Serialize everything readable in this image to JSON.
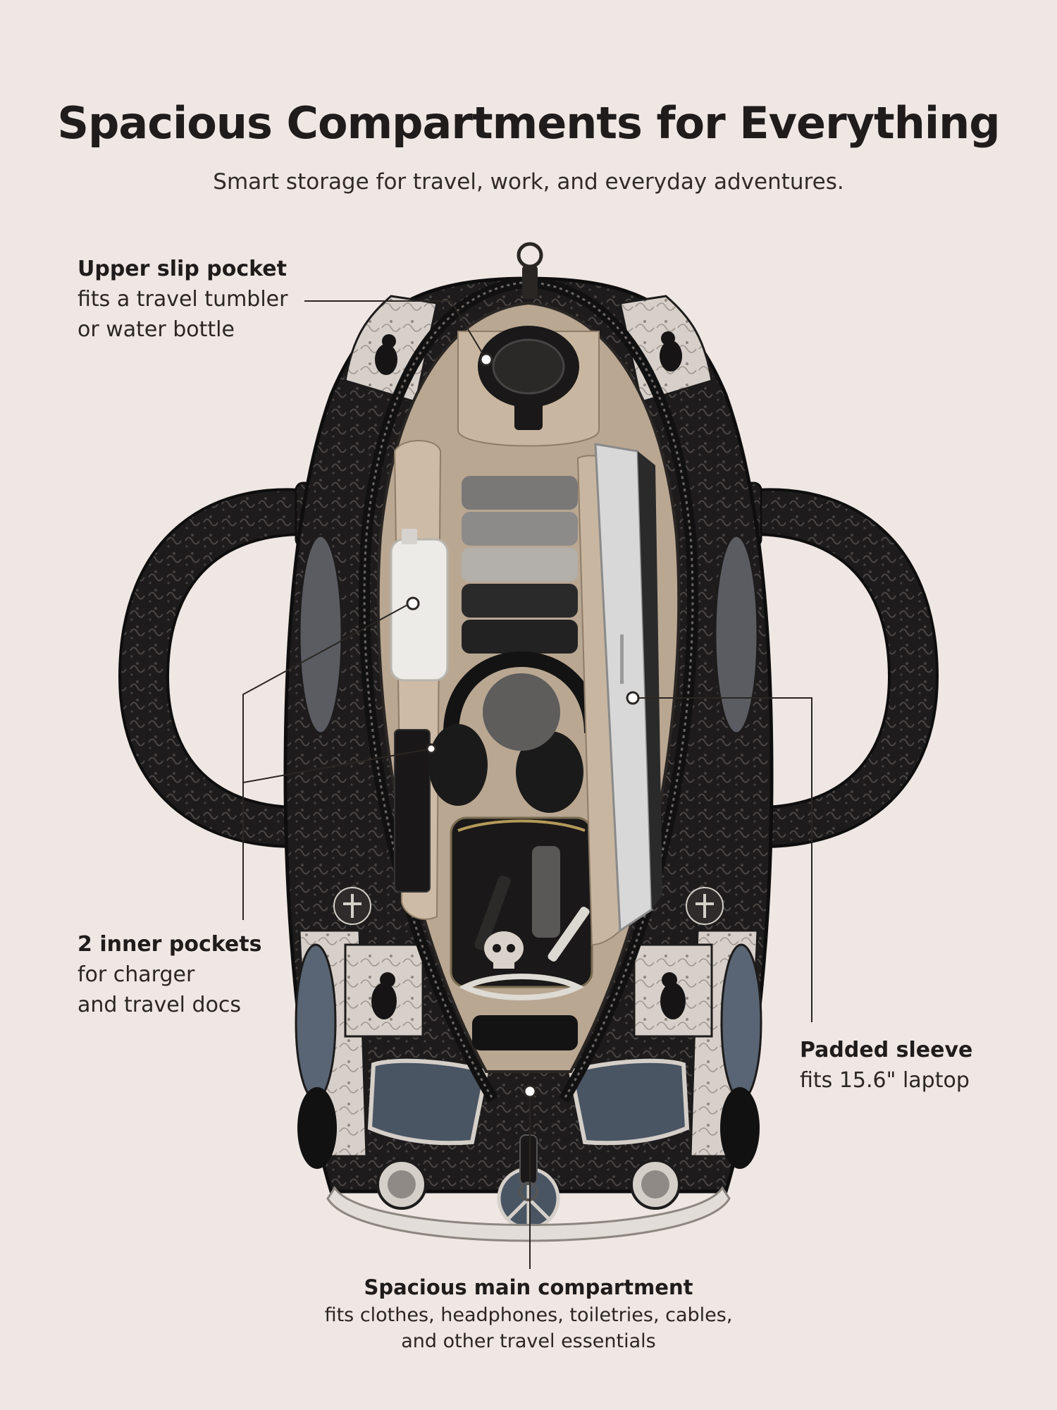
{
  "header": {
    "title": "Spacious Compartments for Everything",
    "subtitle": "Smart storage for travel, work, and everyday adventures."
  },
  "callouts": {
    "upper_slip_pocket": {
      "heading": "Upper slip pocket",
      "body": "fits a travel tumbler\nor water bottle"
    },
    "inner_pockets": {
      "heading": "2 inner pockets",
      "body": "for charger\nand travel docs"
    },
    "padded_sleeve": {
      "heading": "Padded sleeve",
      "body": "fits 15.6\" laptop"
    },
    "main_compartment": {
      "heading": "Spacious main compartment",
      "body": "fits clothes, headphones, toiletries, cables,\nand other travel essentials"
    }
  },
  "colors": {
    "background": "#efe7e3",
    "bag_dark": "#1d1b1b",
    "bag_pattern": "#3a3736",
    "panel_light": "#d9d3cd",
    "lining": "#b9a792",
    "leader_line": "#2a2624"
  },
  "icons": [
    "zipper-pull-icon",
    "skull-icon",
    "raven-icon",
    "peace-sign-icon"
  ]
}
